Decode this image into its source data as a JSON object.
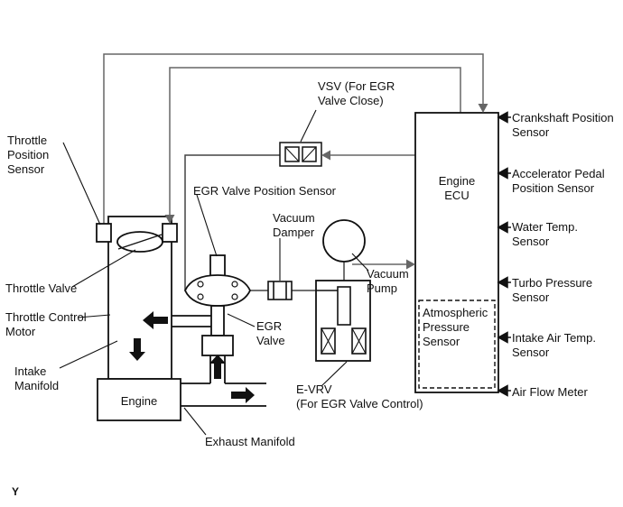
{
  "labels": {
    "vsv": "VSV (For EGR\nValve Close)",
    "throttle_position_sensor": "Throttle\nPosition\nSensor",
    "egr_valve_position_sensor": "EGR Valve Position Sensor",
    "engine_ecu": "Engine\nECU",
    "crankshaft_position_sensor": "Crankshaft Position\nSensor",
    "accelerator_pedal_position_sensor": "Accelerator Pedal\nPosition Sensor",
    "water_temp_sensor": "Water Temp.\nSensor",
    "vacuum_damper": "Vacuum\nDamper",
    "throttle_valve": "Throttle Valve",
    "vacuum_pump": "Vacuum\nPump",
    "turbo_pressure_sensor": "Turbo Pressure\nSensor",
    "throttle_control_motor": "Throttle Control\nMotor",
    "atmospheric_pressure_sensor": "Atmospheric\nPressure\nSensor",
    "egr_valve": "EGR\nValve",
    "intake_air_temp_sensor": "Intake Air Temp.\nSensor",
    "intake_manifold": "Intake\nManifold",
    "engine": "Engine",
    "air_flow_meter": "Air Flow Meter",
    "e_vrv": "E-VRV\n(For EGR Valve Control)",
    "exhaust_manifold": "Exhaust Manifold",
    "corner_mark": "Y"
  },
  "colors": {
    "outline": "#111111",
    "wire": "#666666",
    "vacuum_line": "#444444",
    "background": "#ffffff"
  }
}
